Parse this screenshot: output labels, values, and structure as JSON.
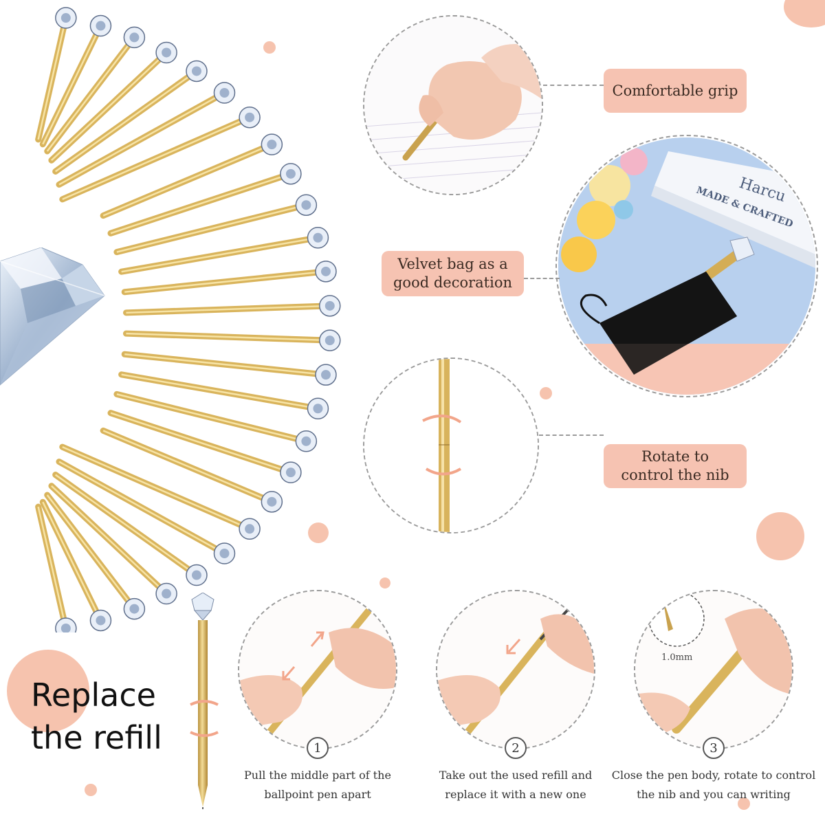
{
  "callouts": {
    "grip": "Comfortable grip",
    "velvet_line1": "Velvet bag as a",
    "velvet_line2": "good decoration",
    "rotate_line1": "Rotate to",
    "rotate_line2": "control the nib"
  },
  "book_text": {
    "brand": "Harcu",
    "slogan": "MADE & CRAFTED"
  },
  "nib_label": "1.0mm",
  "title": {
    "line1": "Replace",
    "line2": "the refill"
  },
  "steps": [
    {
      "number": "1",
      "line1": "Pull the middle part of the",
      "line2": "ballpoint pen apart"
    },
    {
      "number": "2",
      "line1": "Take out the used refill and",
      "line2": "replace it with a new one"
    },
    {
      "number": "3",
      "line1": "Close the pen body, rotate to control",
      "line2": "the nib and you can writing"
    }
  ],
  "colors": {
    "accent": "#f6c3b2",
    "gold": "#d9b45c",
    "paper_blue": "#b8d0ee"
  },
  "icons": [
    "diamond-icon",
    "rotate-arrow-icon",
    "pull-arrow-icon"
  ]
}
